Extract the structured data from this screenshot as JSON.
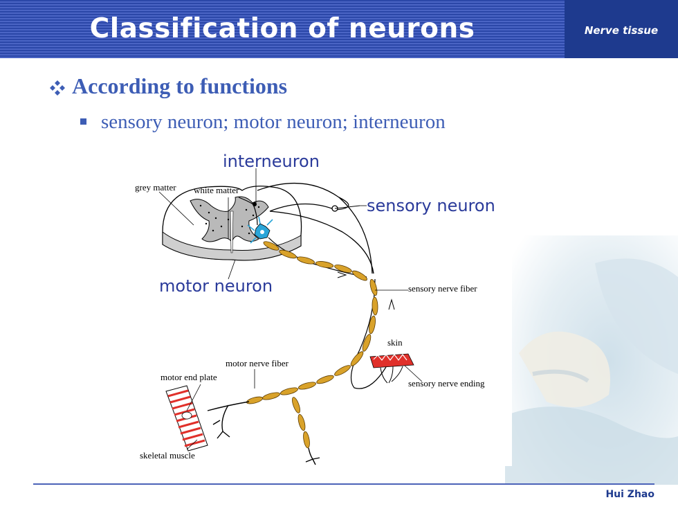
{
  "header": {
    "title": "Classification of neurons",
    "tag": "Nerve tissue"
  },
  "content": {
    "heading": "According to functions",
    "bullet": "sensory neuron;  motor neuron;  interneuron"
  },
  "diagram": {
    "labels": {
      "interneuron": "interneuron",
      "sensory_neuron": "sensory neuron",
      "motor_neuron": "motor neuron",
      "grey_matter": "grey matter",
      "white_matter": "white matter",
      "sensory_nerve_fiber": "sensory nerve fiber",
      "skin": "skin",
      "motor_nerve_fiber": "motor nerve fiber",
      "motor_end_plate": "motor end plate",
      "sensory_nerve_ending": "sensory nerve ending",
      "skeletal_muscle": "skeletal muscle"
    }
  },
  "footer": {
    "author": "Hui Zhao"
  },
  "colors": {
    "header_blue": "#2b47a8",
    "tag_blue": "#1e3a8e",
    "text_blue": "#3d5db5",
    "myelin": "#d9a22a",
    "muscle_red": "#e0302a",
    "neuron_cyan": "#2aa5d8"
  }
}
